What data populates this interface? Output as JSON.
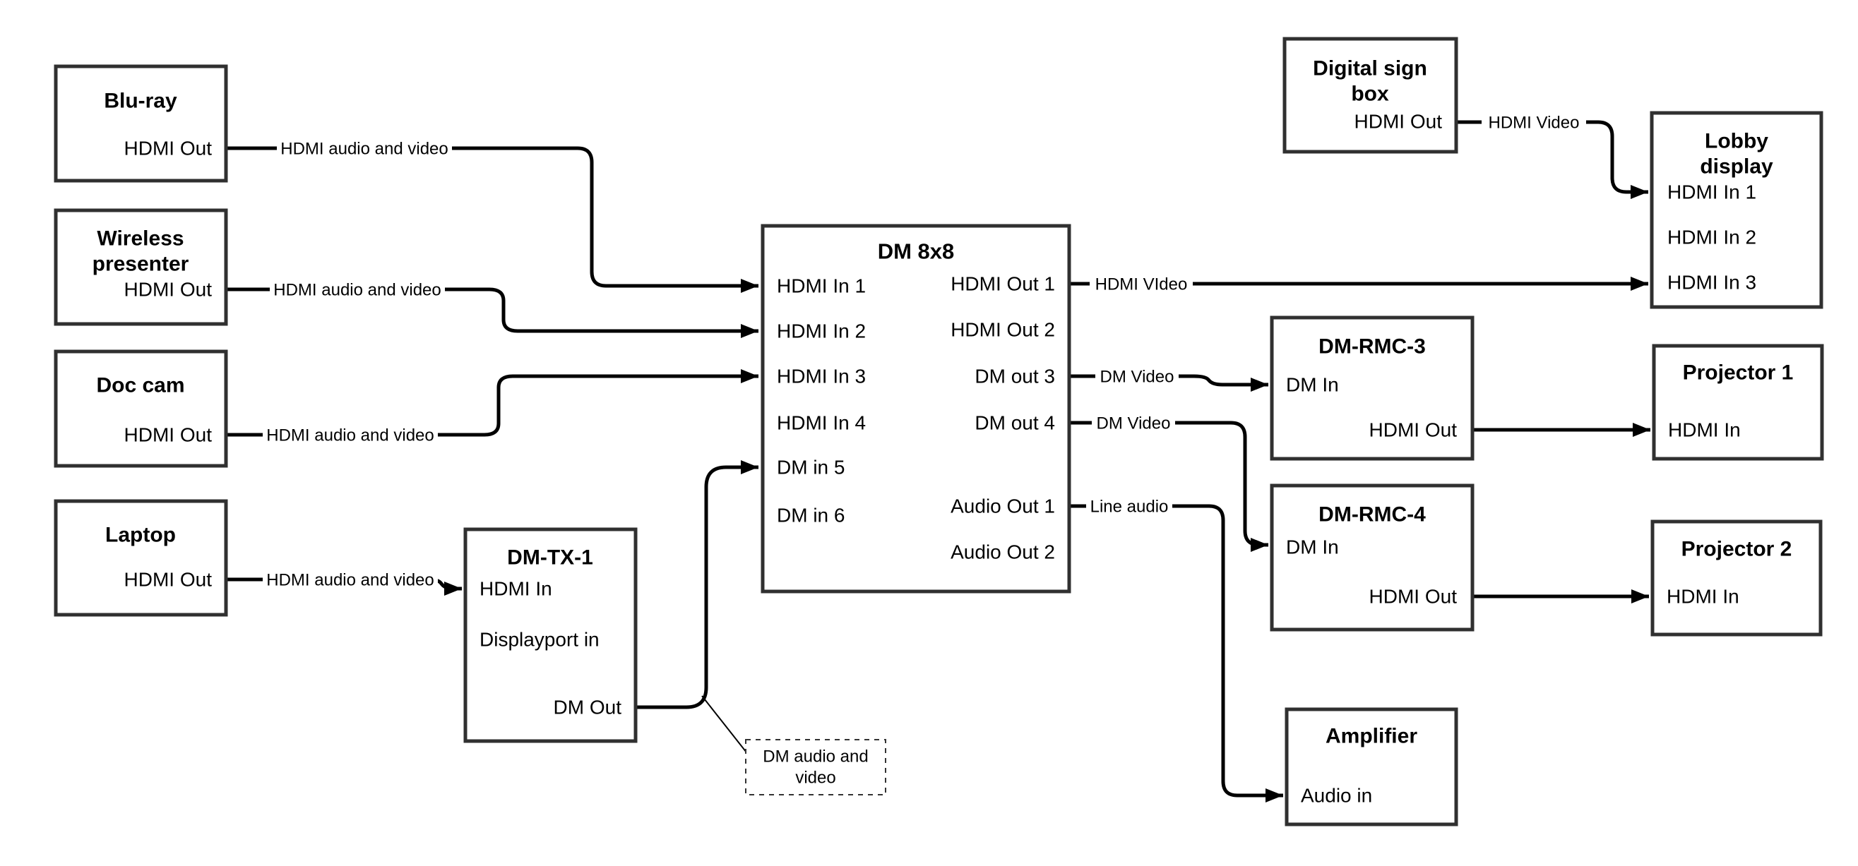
{
  "nodes": {
    "bluray": {
      "title": "Blu-ray",
      "port_hdmi_out": "HDMI Out"
    },
    "wireless_presenter": {
      "title_lines": [
        "Wireless",
        "presenter"
      ],
      "port_hdmi_out": "HDMI Out"
    },
    "doc_cam": {
      "title": "Doc cam",
      "port_hdmi_out": "HDMI Out"
    },
    "laptop": {
      "title": "Laptop",
      "port_hdmi_out": "HDMI Out"
    },
    "dm_tx_1": {
      "title": "DM-TX-1",
      "port_hdmi_in": "HDMI In",
      "port_displayport_in": "Displayport in",
      "port_dm_out": "DM Out"
    },
    "dm_8x8": {
      "title": "DM 8x8",
      "inputs": [
        "HDMI In 1",
        "HDMI In 2",
        "HDMI In 3",
        "HDMI In 4",
        "DM in 5",
        "DM in 6"
      ],
      "outputs": [
        "HDMI Out 1",
        "HDMI Out 2",
        "DM out 3",
        "DM out 4",
        "Audio Out 1",
        "Audio Out 2"
      ]
    },
    "digital_sign_box": {
      "title_lines": [
        "Digital sign",
        "box"
      ],
      "port_hdmi_out": "HDMI Out"
    },
    "lobby_display": {
      "title_lines": [
        "Lobby",
        "display"
      ],
      "ports": [
        "HDMI In 1",
        "HDMI In 2",
        "HDMI In 3"
      ]
    },
    "dm_rmc_3": {
      "title": "DM-RMC-3",
      "port_dm_in": "DM In",
      "port_hdmi_out": "HDMI Out"
    },
    "dm_rmc_4": {
      "title": "DM-RMC-4",
      "port_dm_in": "DM In",
      "port_hdmi_out": "HDMI Out"
    },
    "projector_1": {
      "title": "Projector 1",
      "port_hdmi_in": "HDMI In"
    },
    "projector_2": {
      "title": "Projector 2",
      "port_hdmi_in": "HDMI In"
    },
    "amplifier": {
      "title": "Amplifier",
      "port_audio_in": "Audio in"
    }
  },
  "edges": {
    "bluray_to_dm8x8": {
      "label": "HDMI audio and video"
    },
    "wireless_to_dm8x8": {
      "label": "HDMI audio and video"
    },
    "doccam_to_dm8x8": {
      "label": "HDMI audio and video"
    },
    "laptop_to_dmtx1": {
      "label": "HDMI audio and video"
    },
    "dmtx1_to_dm8x8_note": {
      "label_lines": [
        "DM audio and",
        "video"
      ]
    },
    "dm8x8_to_lobby": {
      "label": "HDMI VIdeo"
    },
    "dm8x8_to_rmc3": {
      "label": "DM Video"
    },
    "dm8x8_to_rmc4": {
      "label": "DM Video"
    },
    "dm8x8_to_amplifier": {
      "label": "Line audio"
    },
    "signbox_to_lobby": {
      "label": "HDMI Video"
    }
  },
  "colors": {
    "background": "#ffffff",
    "box_border": "#303030",
    "line": "#000000",
    "text": "#000000"
  }
}
